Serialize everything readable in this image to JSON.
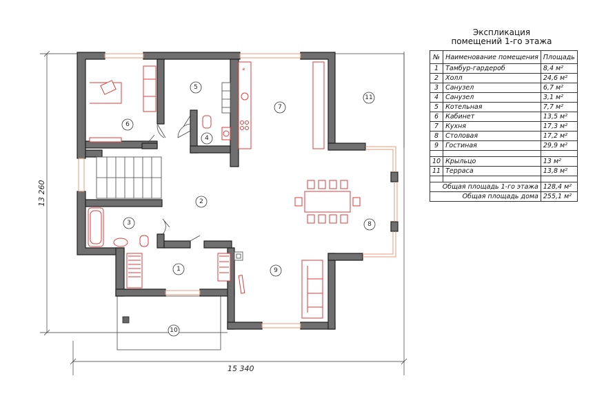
{
  "legend": {
    "title_line1": "Экспликация",
    "title_line2": "помещений 1-го этажа",
    "col_num": "№",
    "col_name": "Наименование помещения",
    "col_area": "Площадь",
    "rooms": [
      {
        "num": "1",
        "name": "Тамбур-гардероб",
        "area": "8,4 м²"
      },
      {
        "num": "2",
        "name": "Холл",
        "area": "24,6 м²"
      },
      {
        "num": "3",
        "name": "Санузел",
        "area": "6,7 м²"
      },
      {
        "num": "4",
        "name": "Санузел",
        "area": "3,1 м²"
      },
      {
        "num": "5",
        "name": "Котельная",
        "area": "7,7 м²"
      },
      {
        "num": "6",
        "name": "Кабинет",
        "area": "13,5 м²"
      },
      {
        "num": "7",
        "name": "Кухня",
        "area": "17,3 м²"
      },
      {
        "num": "8",
        "name": "Столовая",
        "area": "17,2 м²"
      },
      {
        "num": "9",
        "name": "Гостиная",
        "area": "29,9 м²"
      }
    ],
    "outdoor": [
      {
        "num": "10",
        "name": "Крыльцо",
        "area": "13 м²"
      },
      {
        "num": "11",
        "name": "Терраса",
        "area": "13,8 м²"
      }
    ],
    "total_floor_label": "Общая площадь 1-го этажа",
    "total_floor_value": "128,4 м²",
    "total_house_label": "Общая площадь дома",
    "total_house_value": "255,1 м²"
  },
  "dimensions": {
    "width": "15 340",
    "height": "13 260"
  },
  "room_labels": [
    "1",
    "2",
    "3",
    "4",
    "5",
    "6",
    "7",
    "8",
    "9",
    "10",
    "11"
  ]
}
